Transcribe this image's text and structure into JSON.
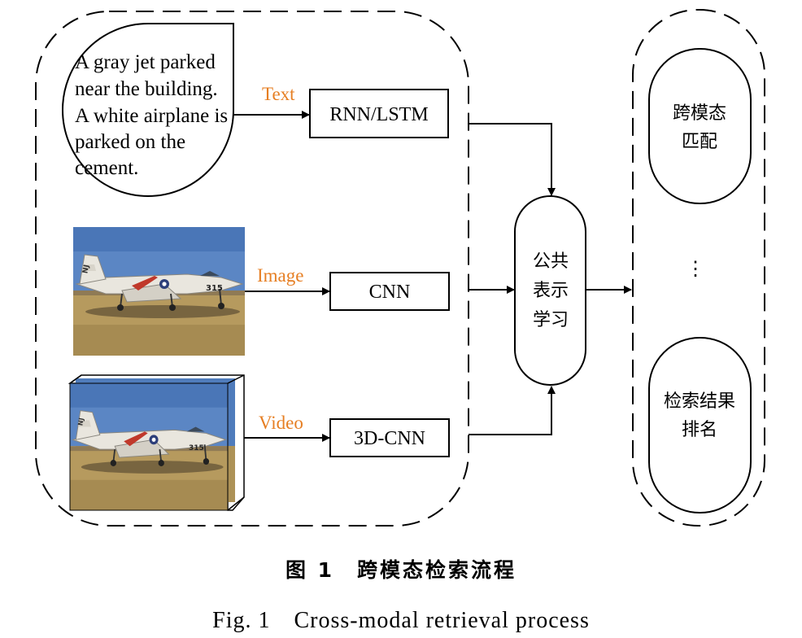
{
  "text_input": {
    "lines": [
      "A gray jet parked",
      "near the building.",
      "A white airplane is",
      "parked on the",
      "cement."
    ]
  },
  "modalities": {
    "text": "Text",
    "image": "Image",
    "video": "Video"
  },
  "encoders": {
    "text": "RNN/LSTM",
    "image": "CNN",
    "video": "3D-CNN"
  },
  "aircraft_markings": {
    "tail": "NJ",
    "nose": "315"
  },
  "common_representation": {
    "lines": [
      "公共",
      "表示",
      "学习"
    ]
  },
  "outputs": {
    "matching": [
      "跨模态",
      "匹配"
    ],
    "ellipsis": "⋮",
    "ranking": [
      "检索结果",
      "排名"
    ]
  },
  "caption": {
    "cn": "图 1　跨模态检索流程",
    "en": "Fig. 1　Cross-modal retrieval process"
  },
  "colors": {
    "modality_label": "#E67E22",
    "sky": "#5B86C4",
    "ground": "#B69A5E"
  }
}
